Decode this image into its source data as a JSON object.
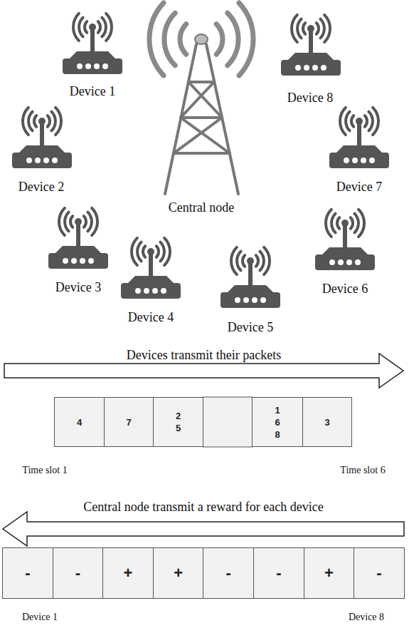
{
  "diagram": {
    "nodes": [
      {
        "text": [
          "Devices transmit their packets"
        ]
      },
      {
        "text": [
          "4"
        ]
      },
      {
        "text": [
          "7"
        ]
      },
      {
        "text": [
          "2 5"
        ]
      },
      {
        "text": [
          "1 6 8"
        ]
      },
      {
        "text": [
          "3"
        ]
      },
      {
        "text": [
          "Central node transmit a reward for each device"
        ]
      },
      {
        "text": [
          "-"
        ]
      },
      {
        "text": [
          "-"
        ]
      },
      {
        "text": [
          "+"
        ]
      },
      {
        "text": [
          "+"
        ]
      },
      {
        "text": [
          "-"
        ]
      },
      {
        "text": [
          "-"
        ]
      },
      {
        "text": [
          "+"
        ]
      },
      {
        "text": [
          "-"
        ]
      }
    ],
    "labels": [
      "Device 1",
      "Device 8",
      "Device 2",
      "Device 7",
      "Central node",
      "Device 3",
      "Device 6",
      "Device 4",
      "Device 5",
      "Time slot 1",
      "Time slot 6",
      "Device 1",
      "Device 8"
    ]
  }
}
